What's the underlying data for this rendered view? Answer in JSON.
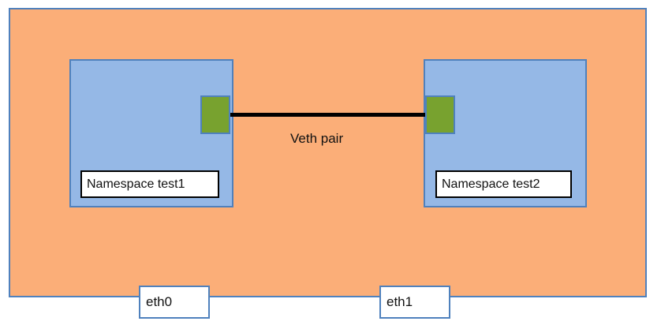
{
  "host": {
    "interfaces": [
      {
        "label": "eth0"
      },
      {
        "label": "eth1"
      }
    ]
  },
  "namespaces": [
    {
      "label": "Namespace test1"
    },
    {
      "label": "Namespace test2"
    }
  ],
  "link": {
    "label": "Veth pair"
  },
  "colors": {
    "host_fill": "#fbae78",
    "namespace_fill": "#95b8e6",
    "border": "#4f81bd",
    "port_fill": "#78a22f",
    "link": "#000000"
  }
}
